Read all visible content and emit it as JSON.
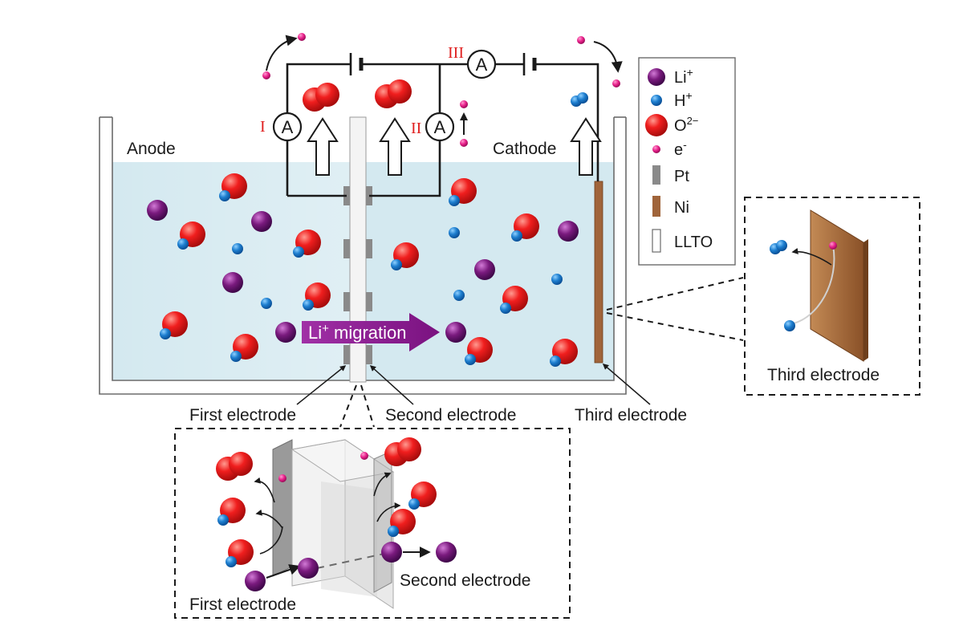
{
  "labels": {
    "anode": "Anode",
    "cathode": "Cathode",
    "first_electrode": "First electrode",
    "second_electrode": "Second electrode",
    "third_electrode": "Third electrode",
    "migration": "Li",
    "migration_sup": "+",
    "migration_tail": " migration"
  },
  "circuit": {
    "ammeter_symbol": "A",
    "roman_1": "I",
    "roman_2": "II",
    "roman_3": "III"
  },
  "inset_third": {
    "label": "Third electrode"
  },
  "inset_bottom": {
    "left_label": "First electrode",
    "right_label": "Second electrode"
  },
  "legend": {
    "items": [
      {
        "text": "Li",
        "sup": "+"
      },
      {
        "text": "H",
        "sup": "+"
      },
      {
        "text": "O",
        "sup": "2−"
      },
      {
        "text": "e",
        "sup": "-"
      },
      {
        "text": "Pt",
        "sup": ""
      },
      {
        "text": "Ni",
        "sup": ""
      },
      {
        "text": "LLTO",
        "sup": ""
      }
    ]
  },
  "colors": {
    "li": "#7a1a7e",
    "h": "#1e7fd0",
    "o": "#e0201e",
    "e": "#e8208a",
    "pt": "#8a8a8a",
    "ni": "#a0643a",
    "electrolyte": "#d4e9f0",
    "migration_arrow": "#8a1a8a"
  }
}
